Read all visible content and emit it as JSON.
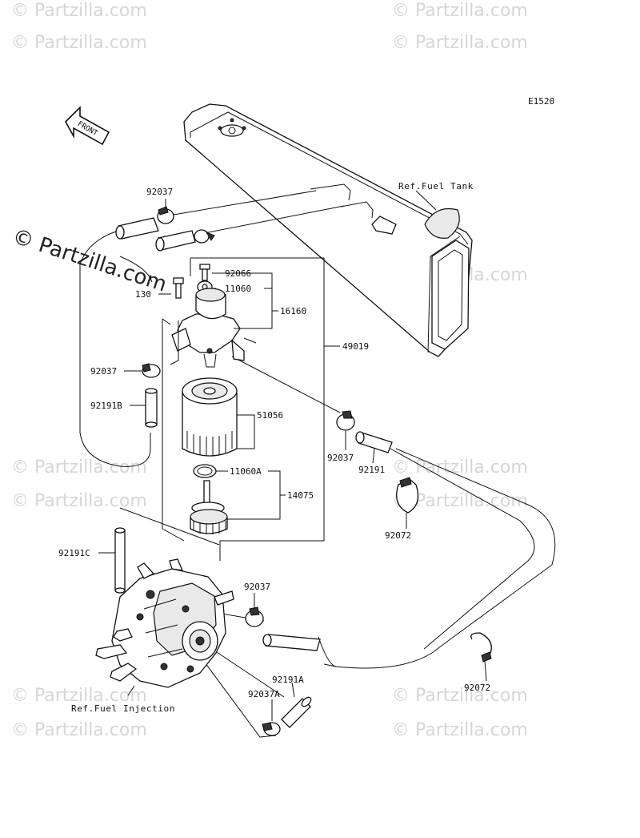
{
  "diagram_code": "E1520",
  "front_arrow_label": "FRONT",
  "watermark": {
    "text": "© Partzilla.com"
  },
  "references": {
    "fuel_tank": "Ref.Fuel Tank",
    "fuel_injection": "Ref.Fuel Injection"
  },
  "parts": {
    "p92037_top": "92037",
    "p92066": "92066",
    "p11060": "11060",
    "p130": "130",
    "p16160": "16160",
    "p49019": "49019",
    "p92037_left": "92037",
    "p92191B": "92191B",
    "p51056": "51056",
    "p11060A": "11060A",
    "p14075": "14075",
    "p92037_mid": "92037",
    "p92191": "92191",
    "p92072_mid": "92072",
    "p92191C": "92191C",
    "p92037_pump": "92037",
    "p92072_bot": "92072",
    "p92191A": "92191A",
    "p92037A": "92037A"
  }
}
